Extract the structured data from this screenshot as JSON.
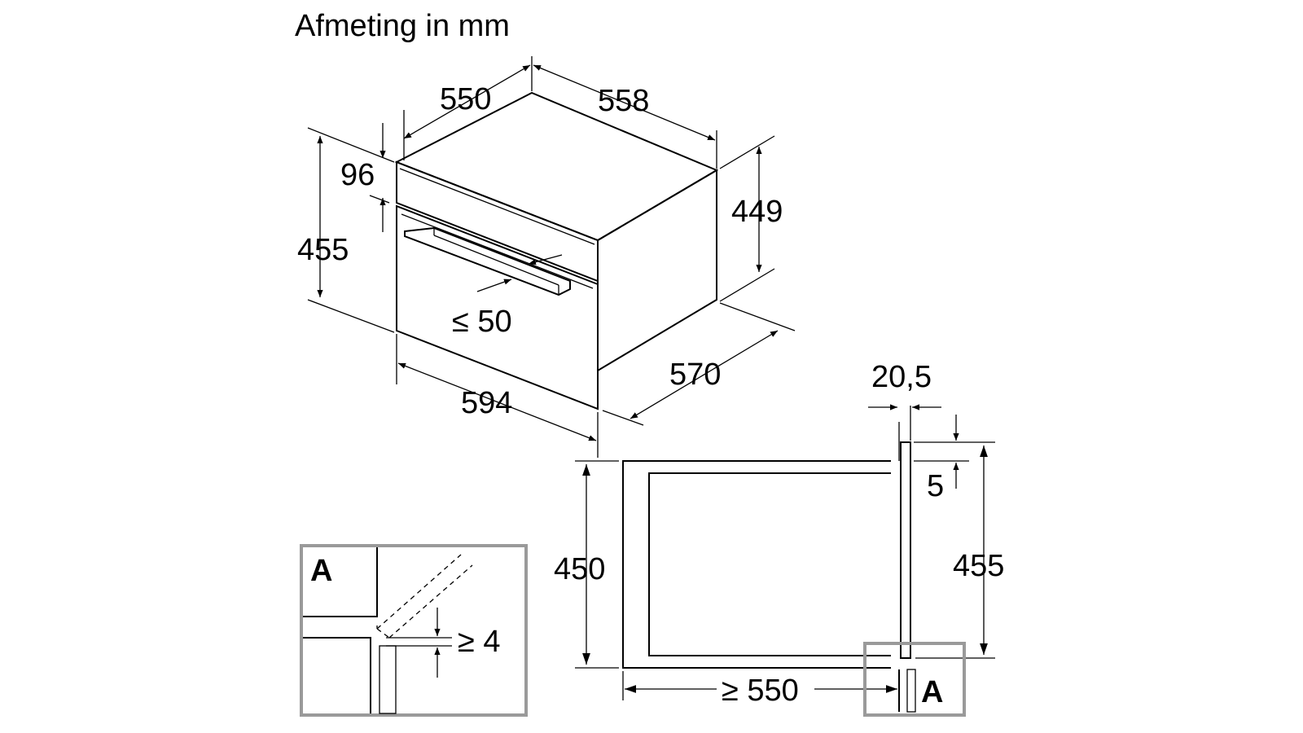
{
  "title": "Afmeting in mm",
  "dimensions": {
    "depth_top": "550",
    "width_top": "558",
    "panel_height": "96",
    "front_height": "455",
    "body_height": "449",
    "handle_depth": "≤ 50",
    "front_width": "594",
    "body_depth": "570",
    "panel_thickness": "20,5",
    "gap": "5",
    "niche_height": "450",
    "side_height": "455",
    "niche_depth": "≥ 550",
    "detail_gap": "≥ 4"
  },
  "detail_label": "A"
}
